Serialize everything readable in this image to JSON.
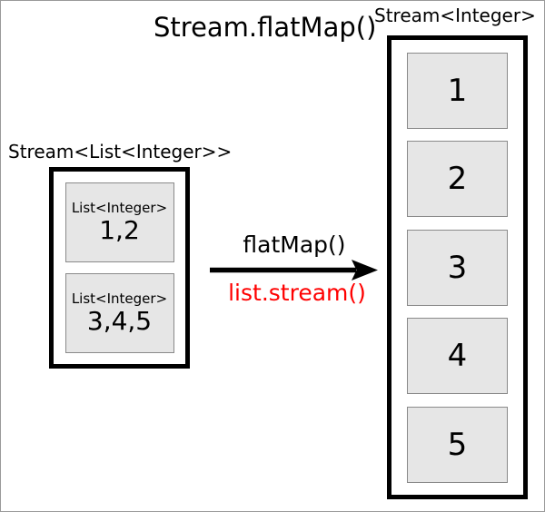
{
  "title": "Stream.flatMap()",
  "source_stream": {
    "label": "Stream<List<Integer>>",
    "items": [
      {
        "type_label": "List<Integer>",
        "value": "1,2"
      },
      {
        "type_label": "List<Integer>",
        "value": "3,4,5"
      }
    ]
  },
  "operation": {
    "label": "flatMap()",
    "sub_label": "list.stream()",
    "arrow_icon": "right-arrow",
    "sub_label_color": "#ff0000"
  },
  "result_stream": {
    "label": "Stream<Integer>",
    "items": [
      "1",
      "2",
      "3",
      "4",
      "5"
    ]
  },
  "colors": {
    "background": "#ffffff",
    "page_border": "#9a9a9a",
    "container_border": "#000000",
    "item_fill": "#e6e6e6",
    "item_border": "#8a8a8a",
    "text": "#000000",
    "accent_red": "#ff0000"
  }
}
